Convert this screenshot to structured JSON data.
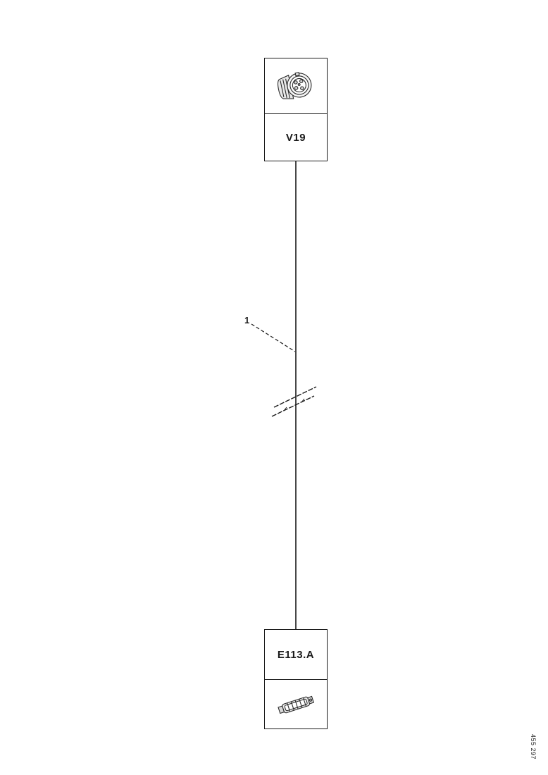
{
  "diagram": {
    "title": "wiring-harness-diagram",
    "top_component": {
      "label": "V19",
      "icon": "round-connector-icon"
    },
    "bottom_component": {
      "label": "E113.A",
      "icon": "inline-connector-icon"
    },
    "wire": {
      "label": "1"
    },
    "footer_code": "455 297",
    "line_color": "#1a1a1a"
  }
}
